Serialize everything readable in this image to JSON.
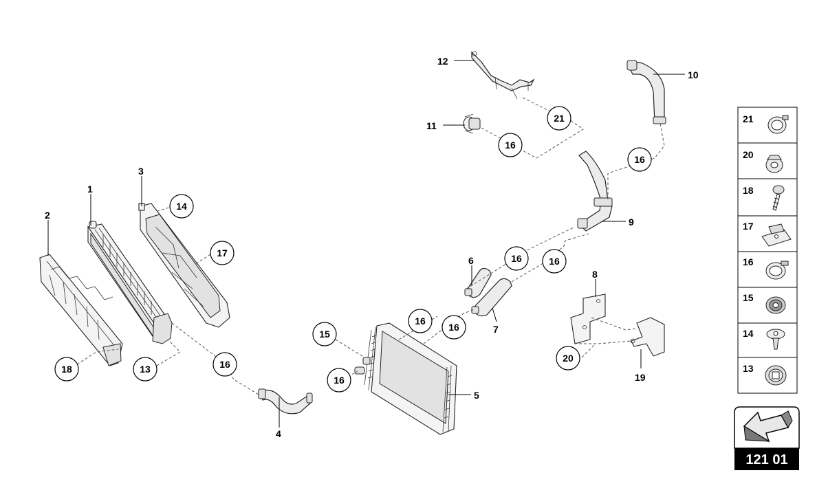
{
  "callouts": {
    "n1": "1",
    "n2": "2",
    "n3": "3",
    "n4": "4",
    "n5": "5",
    "n6": "6",
    "n7": "7",
    "n8": "8",
    "n9": "9",
    "n10": "10",
    "n11": "11",
    "n12": "12",
    "n19": "19"
  },
  "circled": {
    "c14": "14",
    "c17": "17",
    "c18": "18",
    "c13": "13",
    "c16a": "16",
    "c16b": "16",
    "c16c": "16",
    "c16d": "16",
    "c16e": "16",
    "c16f": "16",
    "c16g": "16",
    "c16h": "16",
    "c15": "15",
    "c20": "20",
    "c21": "21"
  },
  "legend": {
    "items": [
      {
        "num": "21",
        "icon": "hose-clamp-icon"
      },
      {
        "num": "20",
        "icon": "grommet-icon"
      },
      {
        "num": "18",
        "icon": "screw-icon"
      },
      {
        "num": "17",
        "icon": "clip-nut-icon"
      },
      {
        "num": "16",
        "icon": "hose-clamp-icon"
      },
      {
        "num": "15",
        "icon": "rubber-bushing-icon"
      },
      {
        "num": "14",
        "icon": "push-rivet-icon"
      },
      {
        "num": "13",
        "icon": "rubber-grommet-icon"
      }
    ]
  },
  "reference": {
    "code": "121 01"
  }
}
